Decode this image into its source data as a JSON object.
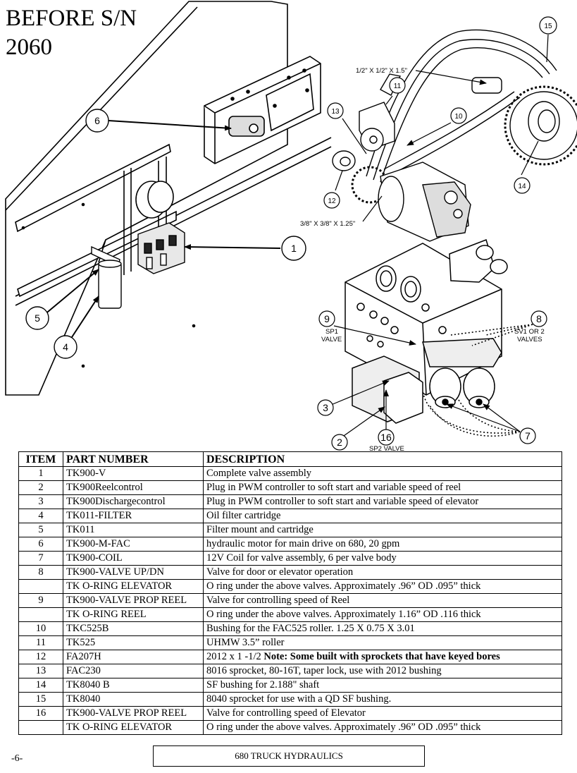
{
  "page": {
    "title_line1": "BEFORE S/N",
    "title_line2": "2060",
    "page_number": "-6-",
    "footer_title": "680  TRUCK HYDRAULICS"
  },
  "diagram": {
    "dimension_labels": {
      "key_upper": "1/2\" X 1/2\" X 1.5\"",
      "key_lower": "3/8\" X 3/8\" X 1.25\""
    },
    "valve_labels": {
      "sp1_line1": "SP1",
      "sp1_line2": "VALVE",
      "sv_line1": "SV1 OR 2",
      "sv_line2": "VALVES",
      "sp2": "SP2  VALVE"
    },
    "callouts": [
      "1",
      "2",
      "3",
      "4",
      "5",
      "6",
      "7",
      "8",
      "9",
      "10",
      "11",
      "12",
      "13",
      "14",
      "15",
      "16"
    ]
  },
  "table": {
    "headers": {
      "item": "ITEM",
      "part_number": "PART NUMBER",
      "description": "DESCRIPTION"
    },
    "rows": [
      {
        "item": "1",
        "part": "TK900-V",
        "desc": "Complete valve assembly",
        "note": ""
      },
      {
        "item": "2",
        "part": "TK900Reelcontrol",
        "desc": "Plug in PWM controller to soft start and variable speed of reel",
        "note": ""
      },
      {
        "item": "3",
        "part": "TK900Dischargecontrol",
        "desc": "Plug in PWM controller to soft start and variable speed of elevator",
        "note": ""
      },
      {
        "item": "4",
        "part": "TK011-FILTER",
        "desc": "Oil filter cartridge",
        "note": ""
      },
      {
        "item": "5",
        "part": "TK011",
        "desc": "Filter mount and cartridge",
        "note": ""
      },
      {
        "item": "6",
        "part": "TK900-M-FAC",
        "desc": "hydraulic motor for main drive on 680, 20 gpm",
        "note": ""
      },
      {
        "item": "7",
        "part": "TK900-COIL",
        "desc": "12V Coil for valve assembly, 6 per valve body",
        "note": ""
      },
      {
        "item": "8",
        "part": "TK900-VALVE UP/DN",
        "desc": "Valve for door or elevator operation",
        "note": ""
      },
      {
        "item": "",
        "part": "TK O-RING ELEVATOR",
        "desc": "O ring under the above valves. Approximately .96” OD .095” thick",
        "note": ""
      },
      {
        "item": "9",
        "part": "TK900-VALVE PROP REEL",
        "desc": "Valve for controlling speed of Reel",
        "note": ""
      },
      {
        "item": "",
        "part": "TK O-RING REEL",
        "desc": "O ring under the above valves. Approximately 1.16” OD .116 thick",
        "note": ""
      },
      {
        "item": "10",
        "part": "TKC525B",
        "desc": "Bushing for the FAC525 roller. 1.25 X 0.75 X 3.01",
        "note": ""
      },
      {
        "item": "11",
        "part": "TK525",
        "desc": "UHMW 3.5” roller",
        "note": ""
      },
      {
        "item": "12",
        "part": "FA207H",
        "desc": "2012 x 1 -1/2 ",
        "note": "Note: Some built with sprockets that have keyed bores"
      },
      {
        "item": "13",
        "part": "FAC230",
        "desc": "8016 sprocket, 80-16T, taper lock, use with 2012 bushing",
        "note": ""
      },
      {
        "item": "14",
        "part": "TK8040 B",
        "desc": "SF bushing for 2.188\" shaft",
        "note": ""
      },
      {
        "item": "15",
        "part": "TK8040",
        "desc": "8040 sprocket for use with a QD SF bushing.",
        "note": ""
      },
      {
        "item": "16",
        "part": "TK900-VALVE PROP REEL",
        "desc": "Valve for controlling speed of Elevator",
        "note": ""
      },
      {
        "item": "",
        "part": "TK O-RING ELEVATOR",
        "desc": "O ring under the above valves. Approximately .96” OD .095” thick",
        "note": ""
      }
    ]
  }
}
